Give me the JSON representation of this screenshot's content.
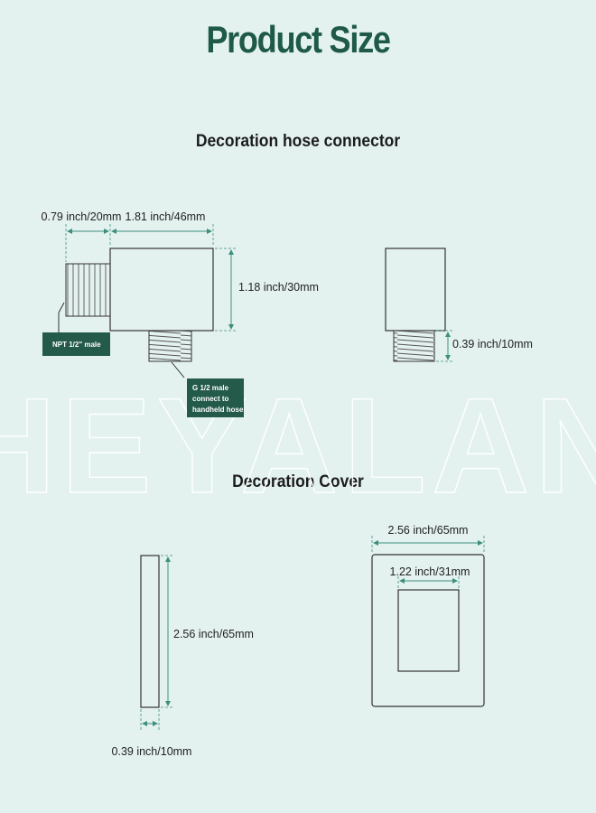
{
  "title": "Product Size",
  "watermark": "HEYALAN",
  "colors": {
    "background": "#e4f2ef",
    "title": "#1e5a47",
    "dimension_line": "#3d8f7c",
    "label_box": "#245a4a"
  },
  "sections": {
    "hose_connector": {
      "title": "Decoration hose connector",
      "dims": {
        "thread_length": "0.79 inch/20mm",
        "body_length": "1.81 inch/46mm",
        "body_height": "1.18 inch/30mm",
        "outlet_height": "0.39 inch/10mm"
      },
      "labels": {
        "npt": "NPT 1/2\" male",
        "g_line1": "G 1/2 male",
        "g_line2": "connect to",
        "g_line3": "handheld hose"
      }
    },
    "cover": {
      "title": "Decoration Cover",
      "dims": {
        "height": "2.56 inch/65mm",
        "thickness": "0.39 inch/10mm",
        "outer_width": "2.56 inch/65mm",
        "inner_width": "1.22 inch/31mm"
      }
    }
  }
}
